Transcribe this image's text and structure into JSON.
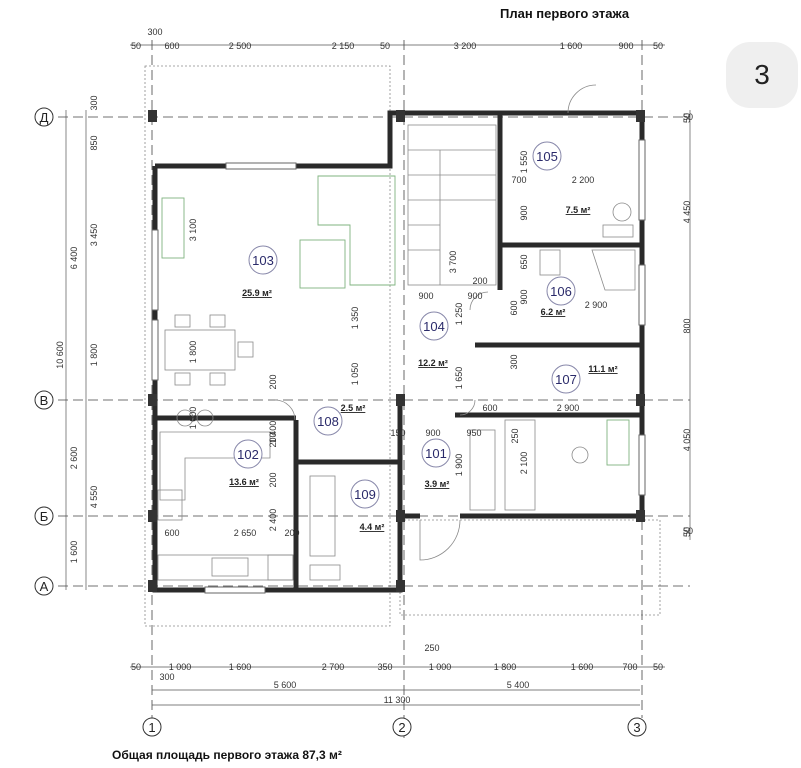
{
  "title": "План первого этажа",
  "page_number": "3",
  "total_area": "Общая площадь первого этажа 87,3 м²",
  "axes_rows": [
    "Д",
    "В",
    "Б",
    "А"
  ],
  "axes_cols": [
    "1",
    "2",
    "3"
  ],
  "rooms": [
    {
      "num": "103",
      "area": "25.9 м²"
    },
    {
      "num": "105",
      "area": "7.5 м²"
    },
    {
      "num": "106",
      "area": "6.2 м²"
    },
    {
      "num": "104",
      "area": "12.2 м²"
    },
    {
      "num": "107",
      "area": "11.1 м²"
    },
    {
      "num": "108",
      "area": "2.5 м²"
    },
    {
      "num": "102",
      "area": "13.6 м²"
    },
    {
      "num": "101",
      "area": "3.9 м²"
    },
    {
      "num": "109",
      "area": "4.4 м²"
    }
  ],
  "dims_top": [
    "300",
    "50",
    "600",
    "2 500",
    "2 150",
    "50",
    "3 200",
    "1 600",
    "900",
    "50"
  ],
  "dims_bottom": [
    "50",
    "1 000",
    "1 600",
    "2 700",
    "350",
    "1 000",
    "1 800",
    "1 600",
    "700",
    "50",
    "300",
    "250"
  ],
  "dims_total": [
    "5 600",
    "5 400",
    "11 300"
  ],
  "dims_left": [
    "300",
    "850",
    "3 450",
    "6 400",
    "10 600",
    "1 800",
    "2 600",
    "4 550",
    "1 600"
  ],
  "dims_right": [
    "50",
    "4 450",
    "800",
    "4 050",
    "50"
  ],
  "dims_inner": [
    "3 100",
    "1 800",
    "1 350",
    "1 050",
    "200",
    "1 000",
    "1 400",
    "200",
    "2 400",
    "2 650",
    "600",
    "200",
    "200",
    "1 550",
    "700",
    "2 200",
    "900",
    "3 700",
    "650",
    "200",
    "900",
    "900",
    "900",
    "1 250",
    "600",
    "2 900",
    "300",
    "1 650",
    "600",
    "2 900",
    "150",
    "900",
    "950",
    "250",
    "1 900",
    "2 100",
    "50",
    "50"
  ]
}
